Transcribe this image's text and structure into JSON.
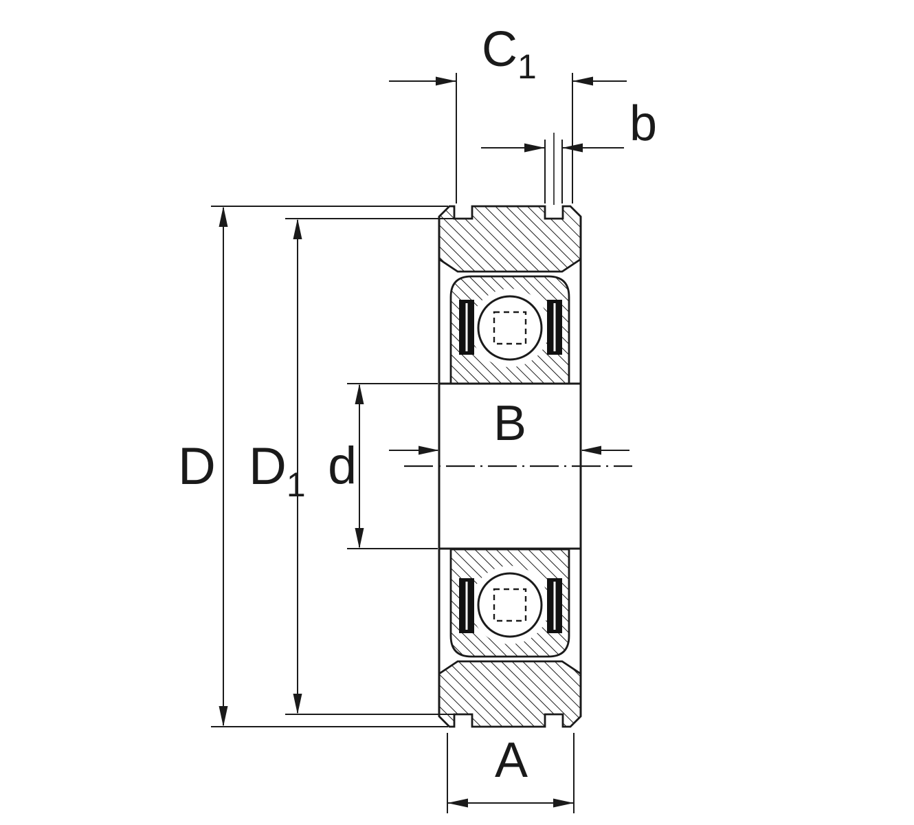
{
  "figure": {
    "background_color": "#ffffff",
    "line_color": "#1a1a1a"
  },
  "labels": {
    "c1": {
      "text": "C",
      "sub": "1"
    },
    "b": {
      "text": "b"
    },
    "D": {
      "text": "D"
    },
    "D1": {
      "text": "D",
      "sub": "1"
    },
    "d": {
      "text": "d"
    },
    "B": {
      "text": "B"
    },
    "A": {
      "text": "A"
    }
  }
}
